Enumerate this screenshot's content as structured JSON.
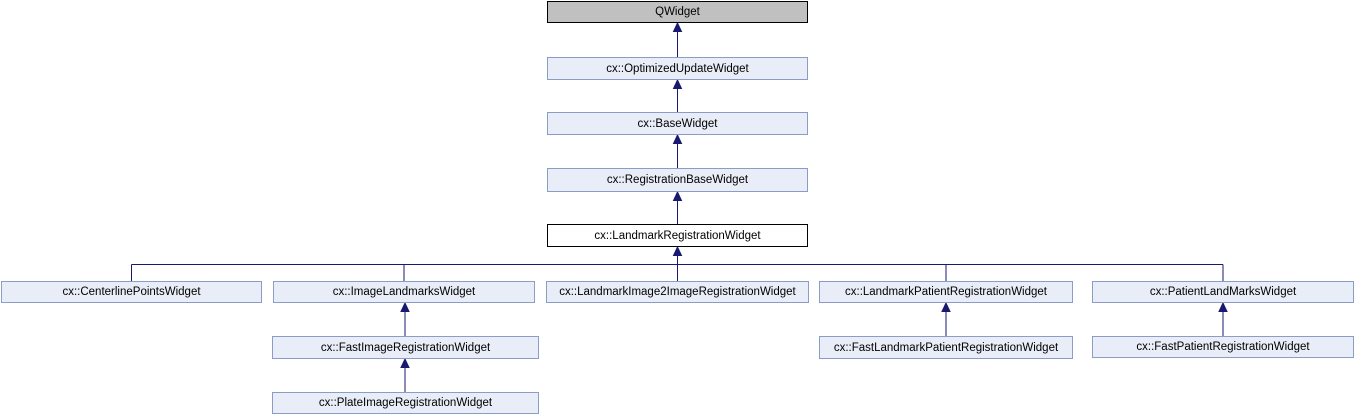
{
  "diagram": {
    "kind": "class-inheritance-graph",
    "current_class": "cx::LandmarkRegistrationWidget",
    "colors": {
      "node_fill": "#e8edf7",
      "node_border": "#8b9dc7",
      "current_node_fill": "#ffffff",
      "current_node_border": "#000000",
      "root_node_fill": "#c0c0c0",
      "root_node_border": "#000000",
      "edge": "#191970",
      "text": "#000000"
    },
    "nodes": [
      {
        "id": "qwidget",
        "label": "QWidget",
        "role": "root-external"
      },
      {
        "id": "optimized-update-widget",
        "label": "cx::OptimizedUpdateWidget",
        "role": "linked"
      },
      {
        "id": "base-widget",
        "label": "cx::BaseWidget",
        "role": "linked"
      },
      {
        "id": "registration-base-widget",
        "label": "cx::RegistrationBaseWidget",
        "role": "linked"
      },
      {
        "id": "landmark-registration-widget",
        "label": "cx::LandmarkRegistrationWidget",
        "role": "current"
      },
      {
        "id": "centerline-points-widget",
        "label": "cx::CenterlinePointsWidget",
        "role": "linked"
      },
      {
        "id": "image-landmarks-widget",
        "label": "cx::ImageLandmarksWidget",
        "role": "linked"
      },
      {
        "id": "landmark-image2image-registration-widget",
        "label": "cx::LandmarkImage2ImageRegistrationWidget",
        "role": "linked"
      },
      {
        "id": "landmark-patient-registration-widget",
        "label": "cx::LandmarkPatientRegistrationWidget",
        "role": "linked"
      },
      {
        "id": "patient-landmarks-widget",
        "label": "cx::PatientLandMarksWidget",
        "role": "linked"
      },
      {
        "id": "fast-image-registration-widget",
        "label": "cx::FastImageRegistrationWidget",
        "role": "linked"
      },
      {
        "id": "fast-landmark-patient-registration-widget",
        "label": "cx::FastLandmarkPatientRegistrationWidget",
        "role": "linked"
      },
      {
        "id": "fast-patient-registration-widget",
        "label": "cx::FastPatientRegistrationWidget",
        "role": "linked"
      },
      {
        "id": "plate-image-registration-widget",
        "label": "cx::PlateImageRegistrationWidget",
        "role": "linked"
      }
    ],
    "edges": [
      {
        "from": "cx::OptimizedUpdateWidget",
        "to": "QWidget"
      },
      {
        "from": "cx::BaseWidget",
        "to": "cx::OptimizedUpdateWidget"
      },
      {
        "from": "cx::RegistrationBaseWidget",
        "to": "cx::BaseWidget"
      },
      {
        "from": "cx::LandmarkRegistrationWidget",
        "to": "cx::RegistrationBaseWidget"
      },
      {
        "from": "cx::CenterlinePointsWidget",
        "to": "cx::LandmarkRegistrationWidget"
      },
      {
        "from": "cx::ImageLandmarksWidget",
        "to": "cx::LandmarkRegistrationWidget"
      },
      {
        "from": "cx::LandmarkImage2ImageRegistrationWidget",
        "to": "cx::LandmarkRegistrationWidget"
      },
      {
        "from": "cx::LandmarkPatientRegistrationWidget",
        "to": "cx::LandmarkRegistrationWidget"
      },
      {
        "from": "cx::PatientLandMarksWidget",
        "to": "cx::LandmarkRegistrationWidget"
      },
      {
        "from": "cx::FastImageRegistrationWidget",
        "to": "cx::ImageLandmarksWidget"
      },
      {
        "from": "cx::PlateImageRegistrationWidget",
        "to": "cx::FastImageRegistrationWidget"
      },
      {
        "from": "cx::FastLandmarkPatientRegistrationWidget",
        "to": "cx::LandmarkPatientRegistrationWidget"
      },
      {
        "from": "cx::FastPatientRegistrationWidget",
        "to": "cx::PatientLandMarksWidget"
      }
    ]
  }
}
